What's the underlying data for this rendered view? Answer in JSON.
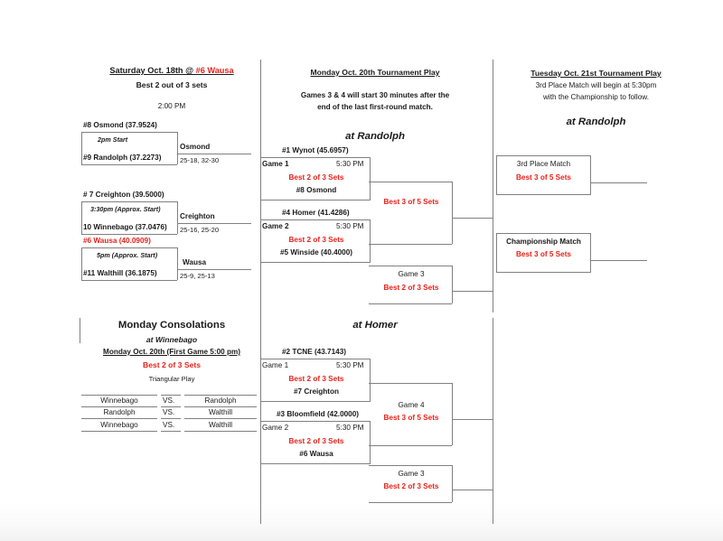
{
  "colors": {
    "red": "#e8211a",
    "line": "#808080",
    "text": "#1a1a1a",
    "background": "#ffffff"
  },
  "left_column": {
    "header_line1_prefix": "Saturday Oct. 18th @ ",
    "header_line1_venue": "#6 Wausa",
    "header_line2": "Best 2 out of 3 sets",
    "first_time": "2:00 PM",
    "matches": [
      {
        "top_team": "#8 Osmond (37.9524)",
        "start_note": "2pm Start",
        "bottom_team": "#9 Randolph (37.2273)",
        "winner": "Osmond",
        "score": "25-18, 32-30",
        "top_team_red": false
      },
      {
        "top_team": "# 7 Creighton (39.5000)",
        "start_note": "3:30pm (Approx. Start)",
        "bottom_team": "10 Winnebago (37.0476)",
        "winner": "Creighton",
        "score": "25-16, 25-20",
        "top_team_red": false
      },
      {
        "top_team": "#6 Wausa (40.0909)",
        "start_note": "5pm (Approx. Start)",
        "bottom_team": "#11 Walthill (36.1875)",
        "winner": "Wausa",
        "score": "25-9, 25-13",
        "top_team_red": true
      }
    ]
  },
  "consolations": {
    "title": "Monday Consolations",
    "venue": "at Winnebago",
    "date_line": "Monday Oct. 20th (First Game 5:00 pm)",
    "format": "Best 2 of 3 Sets",
    "play_type": "Triangular Play",
    "vs_label": "VS.",
    "rows": [
      {
        "team_a": "Winnebago",
        "team_b": "Randolph"
      },
      {
        "team_a": "Randolph",
        "team_b": "Walthill"
      },
      {
        "team_a": "Winnebago",
        "team_b": "Walthill"
      }
    ]
  },
  "middle_column": {
    "header": "Monday Oct. 20th Tournament Play",
    "note_line1": "Games 3 & 4 will start 30 minutes after the",
    "note_line2": "end of the last first-round match.",
    "site_top": "at Randolph",
    "site_bottom": "at Homer",
    "randolph": {
      "game1": {
        "top_team": "#1 Wynot (45.6957)",
        "label": "Game 1",
        "time": "5:30 PM",
        "format": "Best 2 of 3 Sets",
        "bottom_team": "#8 Osmond"
      },
      "game2": {
        "top_team": "#4 Homer (41.4286)",
        "label": "Game 2",
        "time": "5:30 PM",
        "format": "Best 2 of 3 Sets",
        "bottom_team": "#5 Winside (40.4000)"
      },
      "semifinal": {
        "label": "",
        "format": "Best 3 of 5 Sets"
      },
      "game3": {
        "label": "Game 3",
        "format": "Best 2 of 3 Sets"
      }
    },
    "homer": {
      "game1": {
        "top_team": "#2 TCNE (43.7143)",
        "label": "Game 1",
        "time": "5:30 PM",
        "format": "Best 2 of 3 Sets",
        "bottom_team": "#7 Creighton"
      },
      "game2": {
        "top_team": "#3 Bloomfield (42.0000)",
        "label": "Game 2",
        "time": "5:30 PM",
        "format": "Best 2 of 3 Sets",
        "bottom_team": "#6 Wausa"
      },
      "semifinal": {
        "label": "Game 4",
        "format": "Best 3 of 5 Sets"
      },
      "game3": {
        "label": "Game 3",
        "format": "Best 2 of 3 Sets"
      }
    }
  },
  "right_column": {
    "header": "Tuesday Oct. 21st Tournament Play",
    "note_line1": "3rd Place Match will begin at 5:30pm",
    "note_line2": "with the Championship to follow.",
    "site": "at Randolph",
    "third_place": {
      "label": "3rd Place Match",
      "format": "Best 3 of 5 Sets"
    },
    "championship": {
      "label": "Championship Match",
      "format": "Best 3 of 5 Sets"
    }
  }
}
